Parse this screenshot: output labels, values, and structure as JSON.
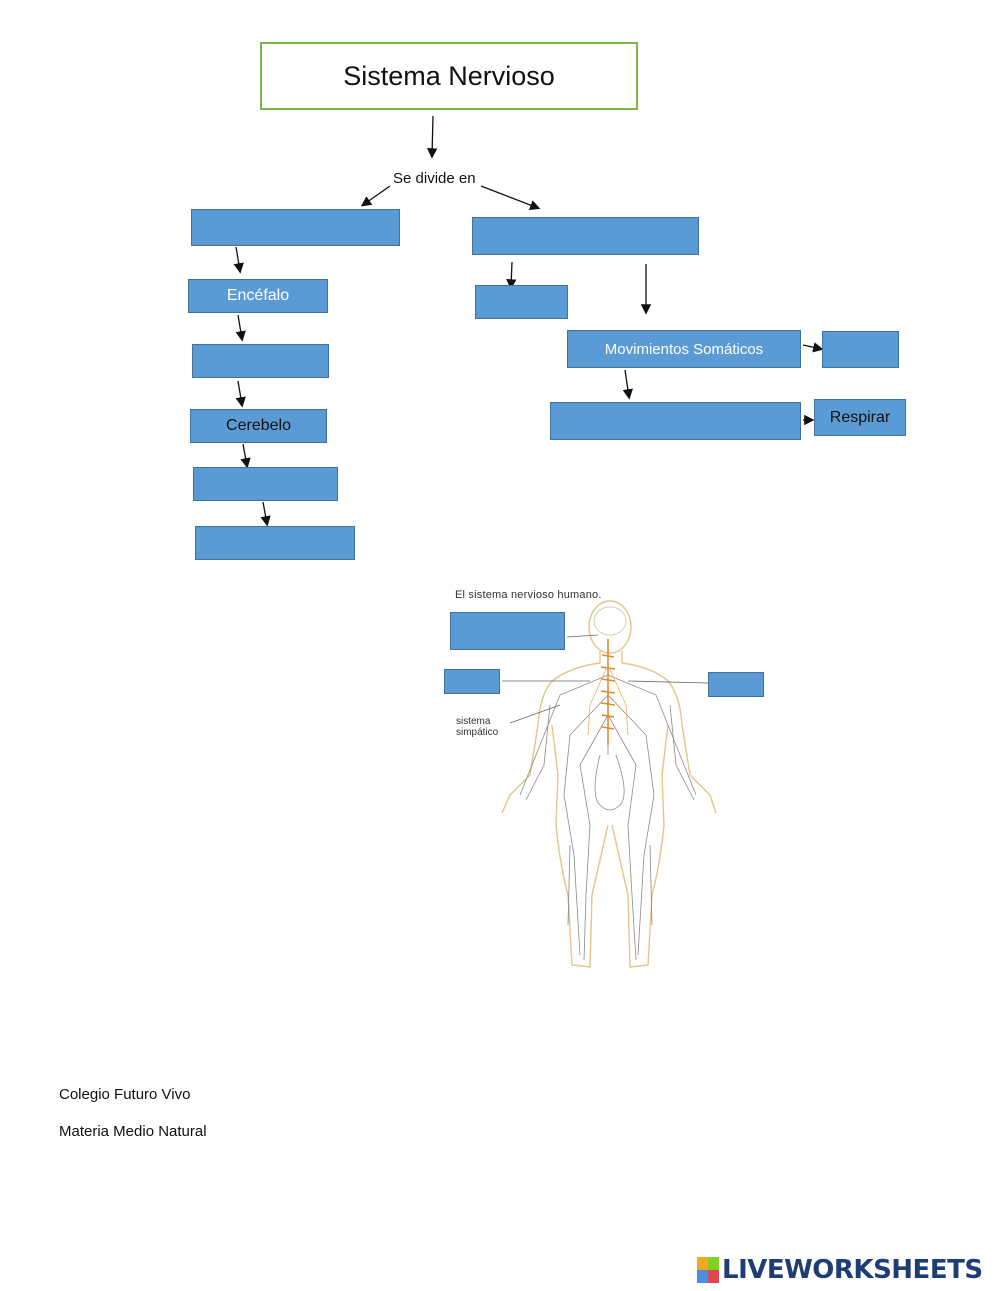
{
  "diagram": {
    "title": "Sistema Nervioso",
    "connector_label": "Se divide en",
    "left_branch": {
      "top_box": "",
      "items": [
        "Encéfalo",
        "",
        "Cerebelo",
        "",
        ""
      ]
    },
    "right_branch": {
      "top_box": "",
      "sub_left_box": "",
      "movements_label": "Movimientos Somáticos",
      "movements_side_box": "",
      "lower_box": "",
      "respirar_label": "Respirar"
    },
    "colors": {
      "box_fill": "#5b9bd5",
      "box_border": "#41719c",
      "title_border": "#7ab648"
    }
  },
  "figure": {
    "caption": "El sistema nervioso humano.",
    "side_label_line1": "sistema",
    "side_label_line2": "simpático",
    "blank_label_1": "",
    "blank_label_2": "",
    "blank_label_3": ""
  },
  "footer": {
    "school": "Colegio Futuro Vivo",
    "subject": "Materia Medio Natural"
  },
  "brand": {
    "name": "LIVEWORKSHEETS",
    "logo_letters": [
      "L",
      "I",
      "V",
      "E"
    ]
  }
}
